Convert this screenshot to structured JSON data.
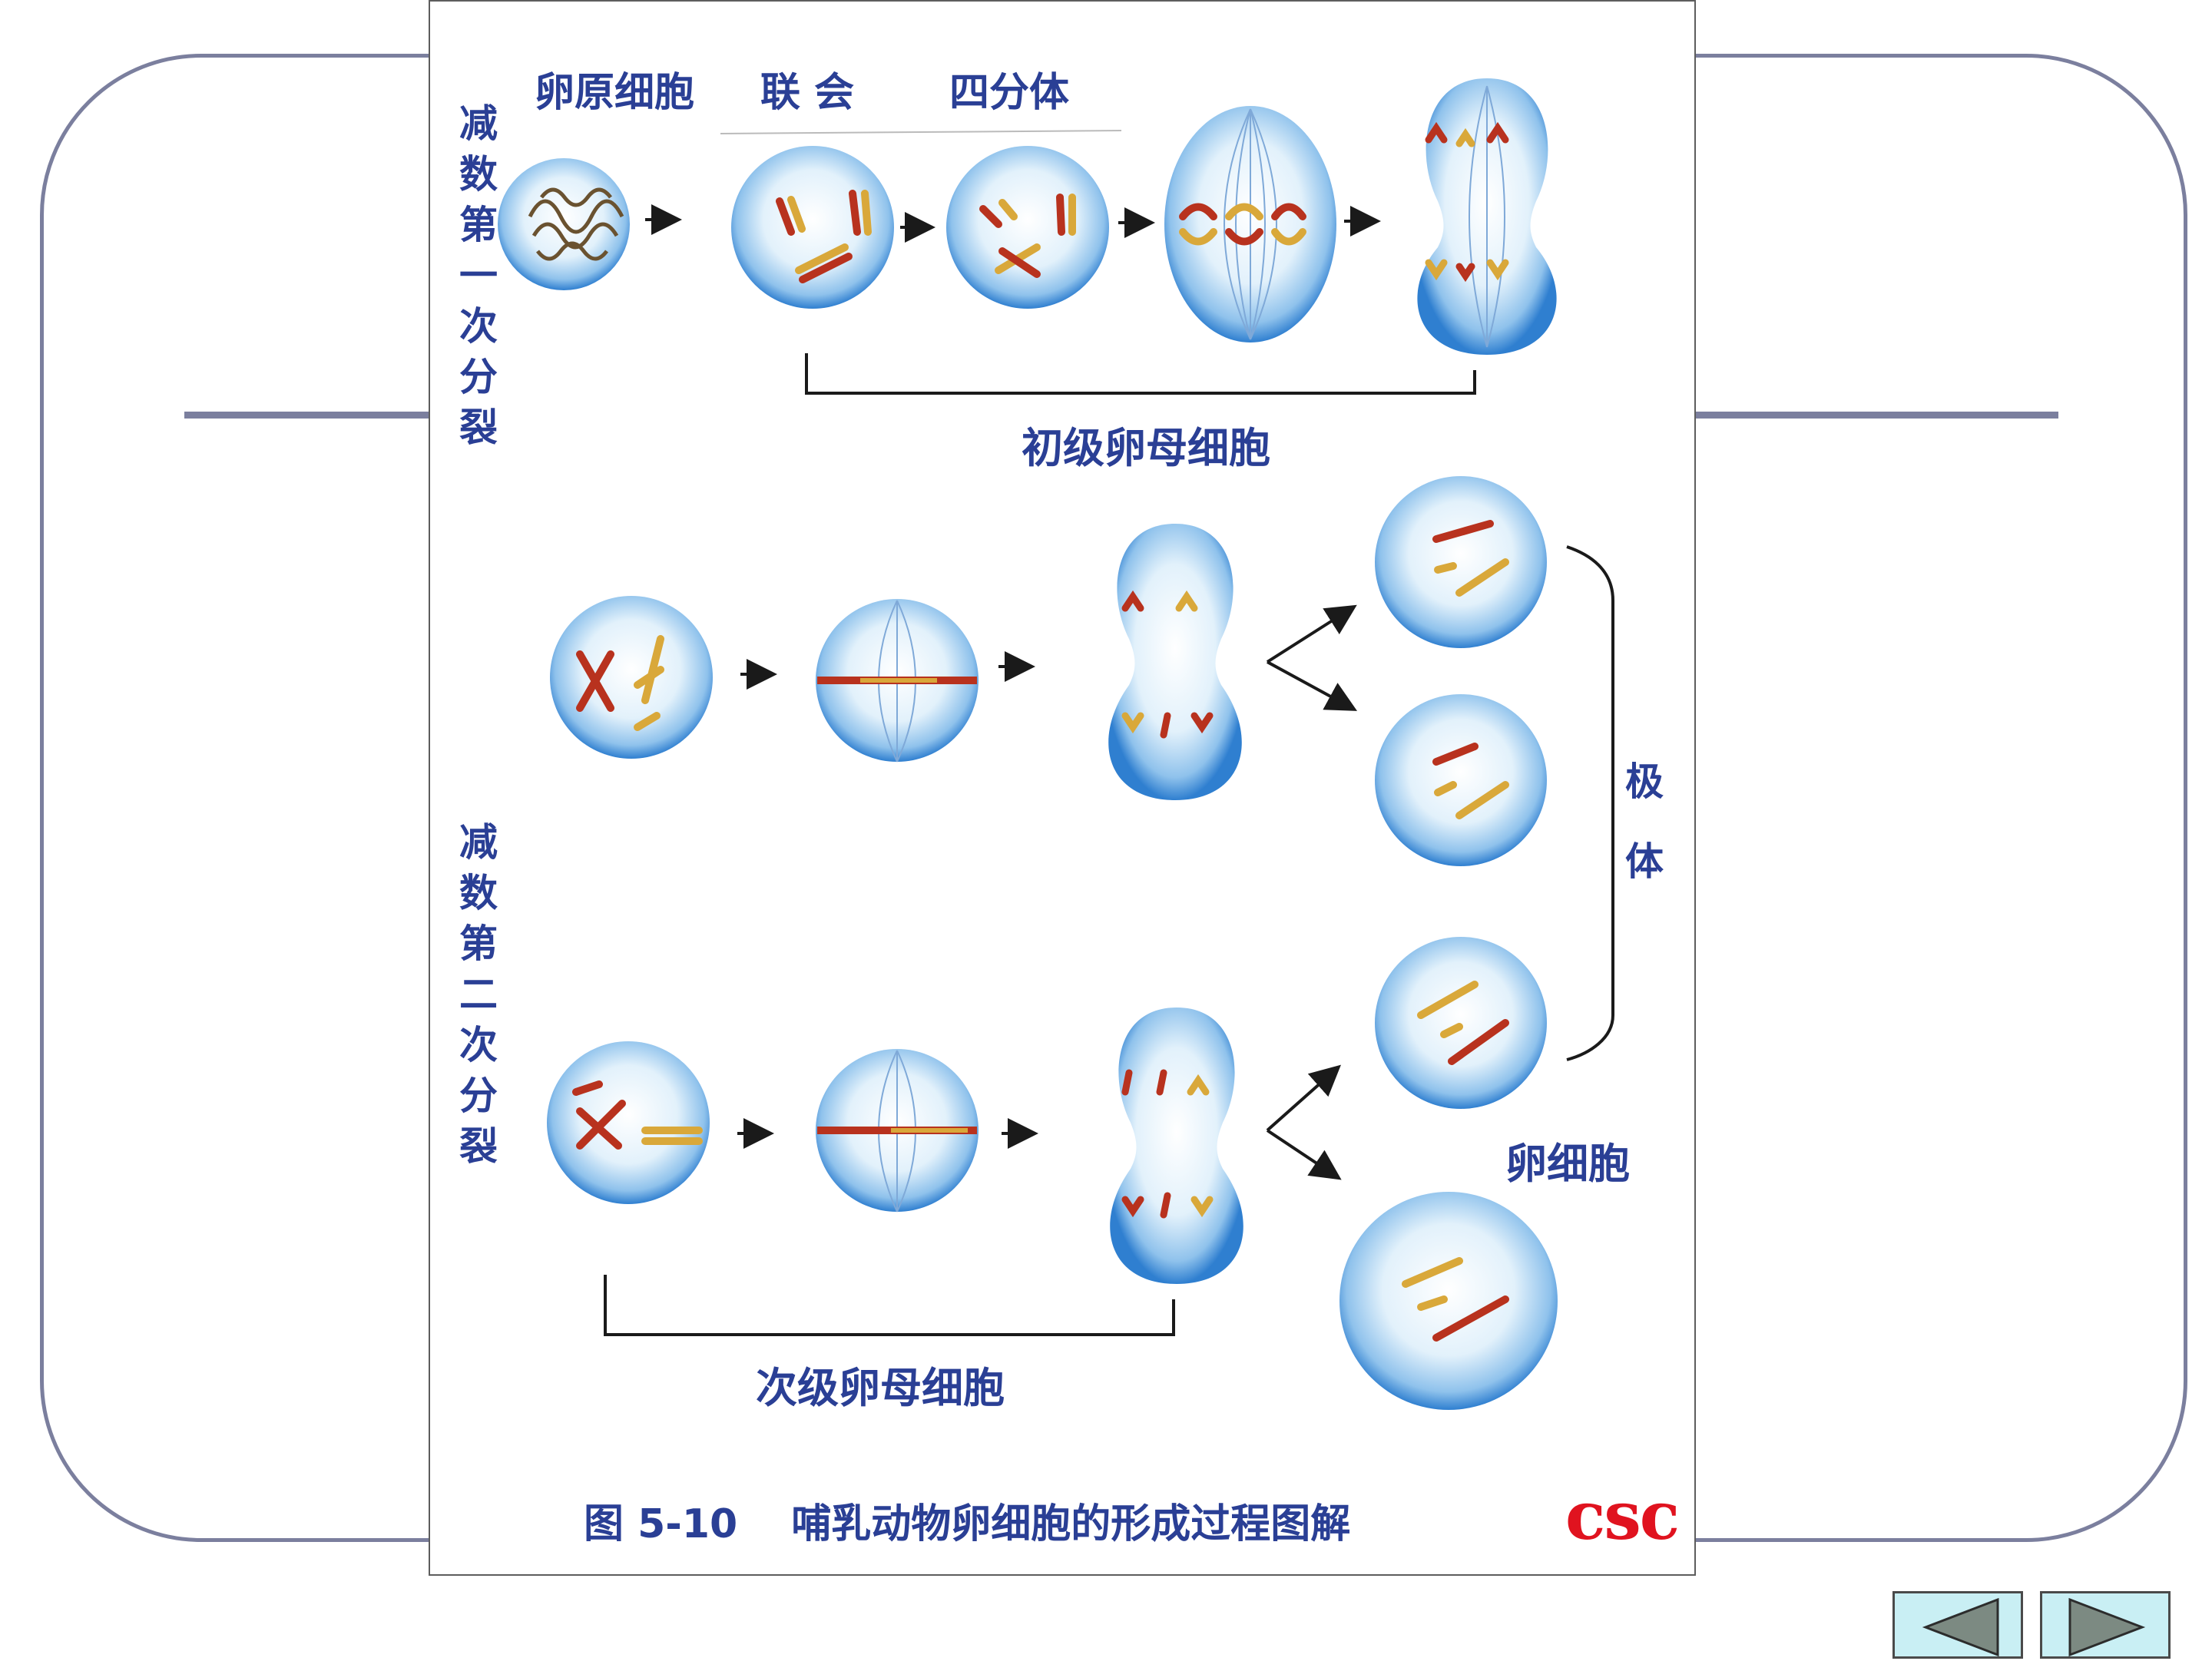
{
  "labels": {
    "meiosis1": "减数第一次分裂",
    "meiosis2": "减数第二次分裂",
    "oogonium": "卵原细胞",
    "synapsis": "联 会",
    "tetrad": "四分体",
    "primary_oocyte": "初级卵母细胞",
    "secondary_oocyte": "次级卵母细胞",
    "polar_body": "极体",
    "egg_cell": "卵细胞"
  },
  "caption": {
    "figure_number": "图 5-10",
    "title": "哺乳动物卵细胞的形成过程图解"
  },
  "logo": "csc",
  "navigation": {
    "prev_icon": "triangle-left-icon",
    "next_icon": "triangle-right-icon"
  },
  "colors": {
    "frame": "#7b7f9e",
    "label_text": "#2a3f95",
    "logo": "#e0131f",
    "cell_edge": "#2f7fd0",
    "chromosome_red": "#b8321e",
    "chromosome_yellow": "#d9a83a",
    "nav_button_fill": "#c9eff4"
  }
}
